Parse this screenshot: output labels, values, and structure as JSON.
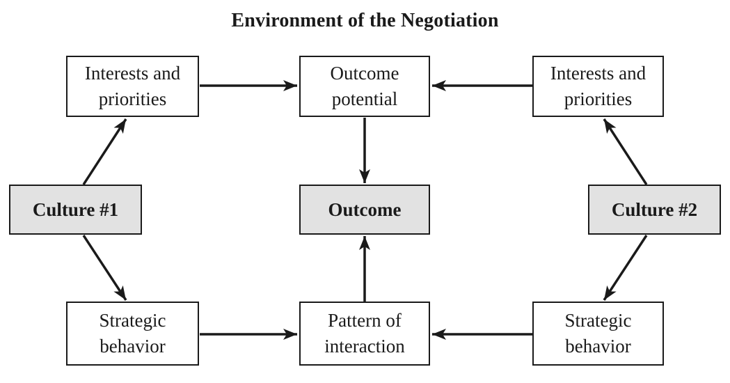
{
  "title": "Environment of the Negotiation",
  "nodes": {
    "interests_left": "Interests and\npriorities",
    "outcome_potential": "Outcome\npotential",
    "interests_right": "Interests and\npriorities",
    "culture_1": "Culture #1",
    "outcome": "Outcome",
    "culture_2": "Culture #2",
    "strategic_left": "Strategic\nbehavior",
    "pattern": "Pattern of\ninteraction",
    "strategic_right": "Strategic\nbehavior"
  },
  "edges": [
    {
      "from": "culture_1",
      "to": "interests_left"
    },
    {
      "from": "culture_1",
      "to": "strategic_left"
    },
    {
      "from": "interests_left",
      "to": "outcome_potential"
    },
    {
      "from": "interests_right",
      "to": "outcome_potential"
    },
    {
      "from": "outcome_potential",
      "to": "outcome"
    },
    {
      "from": "pattern",
      "to": "outcome"
    },
    {
      "from": "strategic_left",
      "to": "pattern"
    },
    {
      "from": "strategic_right",
      "to": "pattern"
    },
    {
      "from": "culture_2",
      "to": "interests_right"
    },
    {
      "from": "culture_2",
      "to": "strategic_right"
    }
  ],
  "colors": {
    "shaded_fill": "#e2e2e2",
    "stroke": "#1a1a1a"
  }
}
